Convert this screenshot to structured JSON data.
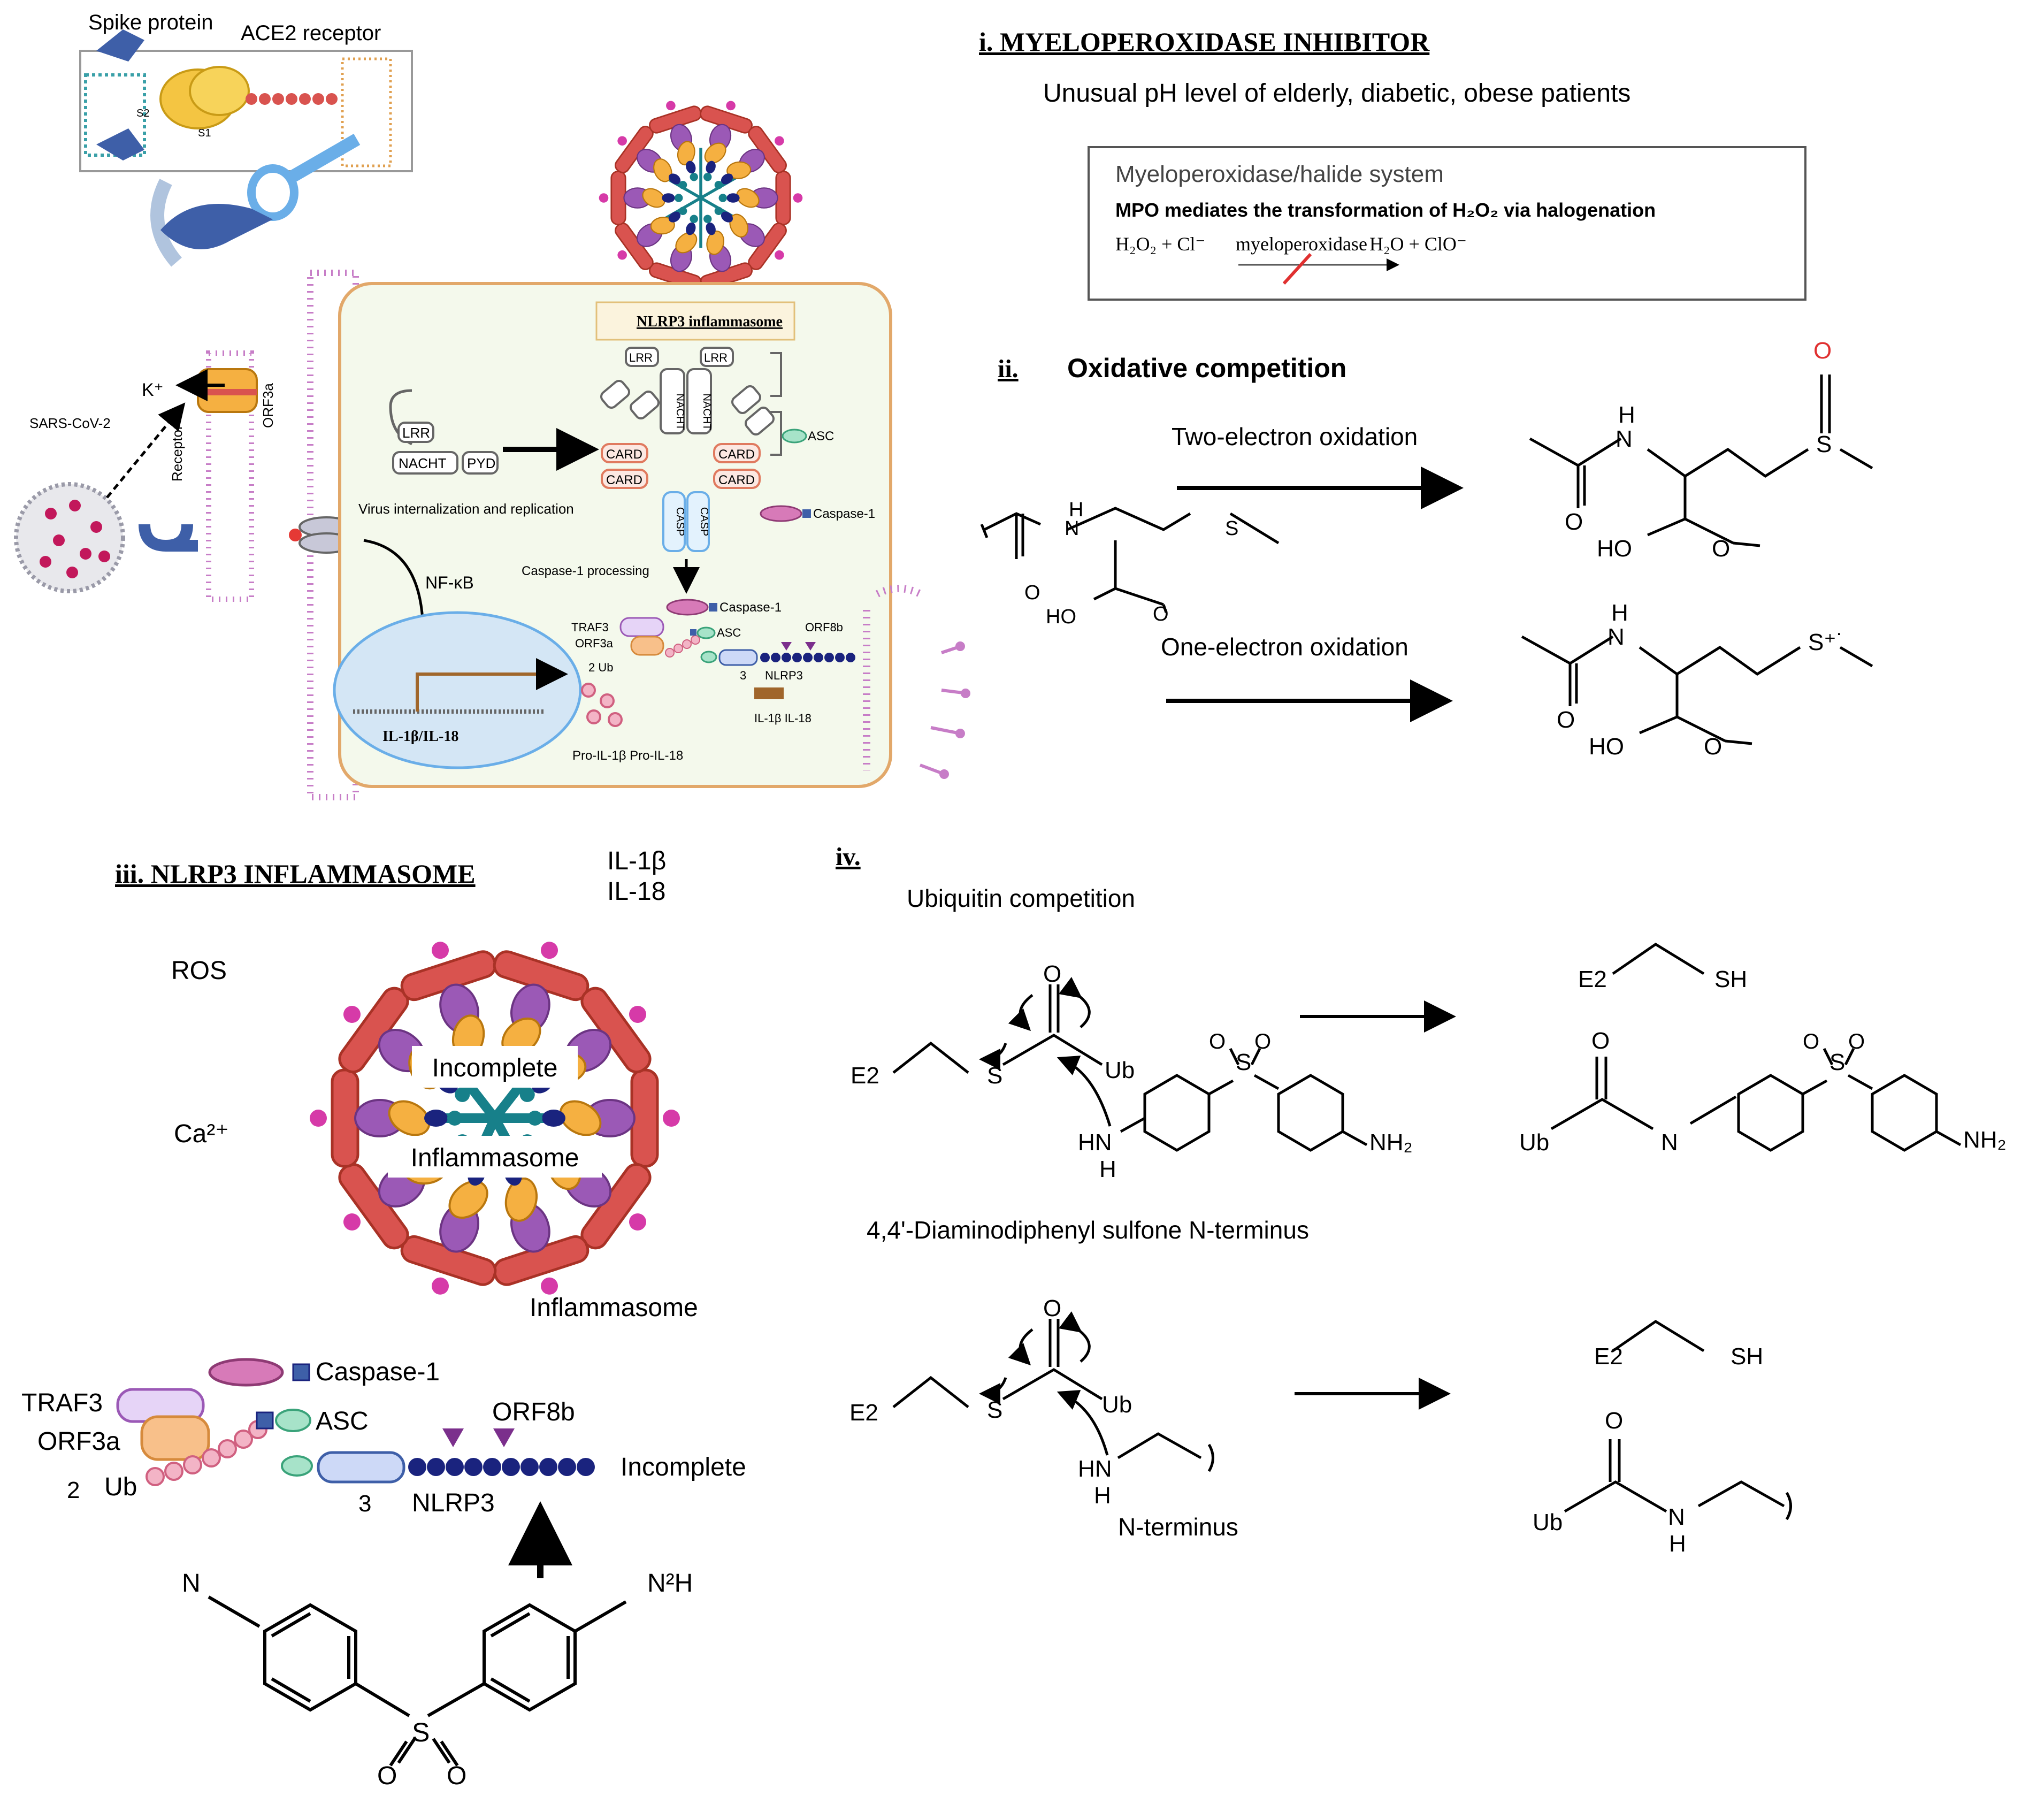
{
  "panel_top": {
    "spike_label": "Spike protein",
    "ace2_label": "ACE2 receptor",
    "s2_label": "S2",
    "s1_label": "S1",
    "sars_label": "SARS-CoV-2",
    "k_label": "K⁺",
    "orf3a_label": "ORF3a",
    "receptor_label": "Receptor",
    "virus_label": "Virus internalization and replication",
    "nfkb_label": "NF-κB",
    "il_gene_label": "IL-1β/IL-18",
    "pro_il_label": "Pro-IL-1β Pro-IL-18",
    "nlrp3_box_label": "NLRP3 inflammasome",
    "lrr": "LRR",
    "nacht": "NACHT",
    "pyd": "PYD",
    "card": "CARD",
    "casp": "CASP",
    "asc": "ASC",
    "caspase1": "Caspase-1",
    "caspase1_processing": "Caspase-1 processing",
    "traf3": "TRAF3",
    "orf3a_small": "ORF3a",
    "ub_small": "2  Ub",
    "orf8b_small": "ORF8b",
    "nlrp3_small": "NLRP3",
    "three_small": "3",
    "il_out_label": "IL-1β IL-18"
  },
  "panel_i": {
    "heading": "i. MYELOPEROXIDASE INHIBITOR",
    "subtitle": "Unusual pH level of elderly, diabetic, obese patients",
    "box_title": "Myeloperoxidase/halide system",
    "box_bold": "MPO mediates the transformation of H₂O₂ via halogenation",
    "reaction_left": "H₂O₂ + Cl⁻",
    "reaction_enzyme": "myeloperoxidase",
    "reaction_right": "H₂O + ClO⁻"
  },
  "panel_ii": {
    "label": "ii.",
    "heading": "Oxidative competition",
    "two_electron": "Two-electron oxidation",
    "one_electron": "One-electron oxidation",
    "atom_H": "H",
    "atom_N": "N",
    "atom_S": "S",
    "atom_O": "O",
    "atom_HO": "HO",
    "atom_S_rad": "S⁺˙"
  },
  "panel_iii": {
    "heading": "iii. NLRP3 INFLAMMASOME",
    "il1b": "IL-1β",
    "il18": "IL-18",
    "ros": "ROS",
    "ca": "Ca²⁺",
    "incomplete": "Incomplete",
    "inflammasome_inner": "Inflammasome",
    "inflammasome_label": "Inflammasome",
    "caspase1": "Caspase-1",
    "traf3": "TRAF3",
    "asc": "ASC",
    "orf3a": "ORF3a",
    "orf8b": "ORF8b",
    "two": "2",
    "ub": "Ub",
    "three": "3",
    "nlrp3": "NLRP3",
    "incomplete_side": "Incomplete",
    "n_left": "N",
    "n_right": "N²H",
    "s_atom": "S",
    "o_atom": "O"
  },
  "panel_iv": {
    "label": "iv.",
    "heading": "Ubiquitin competition",
    "dds_caption": "4,4'-Diaminodiphenyl sulfone N-terminus",
    "nterm_caption": "N-terminus",
    "E2": "E2",
    "S": "S",
    "Ub": "Ub",
    "O": "O",
    "SH": "SH",
    "HN": "HN",
    "H": "H",
    "N": "N",
    "NH2": "NH₂"
  },
  "colors": {
    "membrane": "#c77dc7",
    "rod_red": "#d9534f",
    "purple_blob": "#9b59b6",
    "orange_blob": "#f5b041",
    "navy": "#1a237e",
    "teal": "#17808a",
    "pink_dot": "#d63aa8",
    "panel_bg": "#f4f9ec",
    "panel_border": "#e2a86a",
    "oxygen_red": "#e03030"
  }
}
